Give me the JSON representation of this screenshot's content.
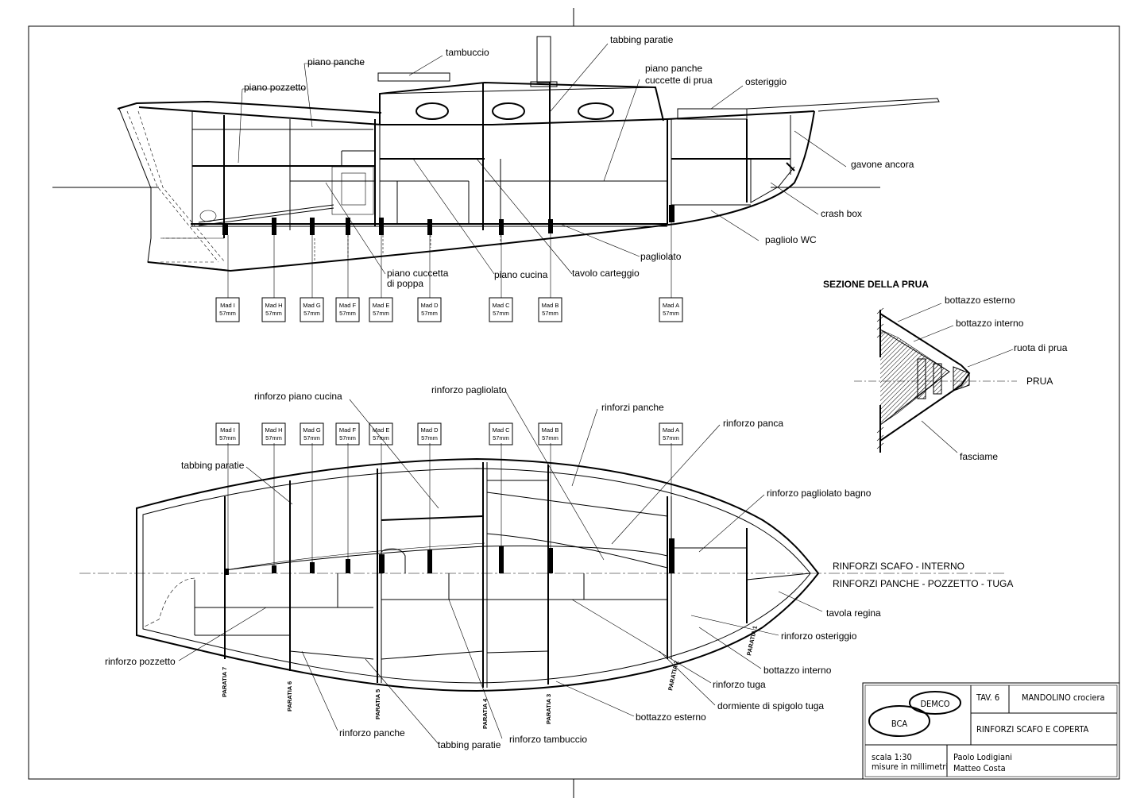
{
  "side_view": {
    "labels": {
      "tambuccio": "tambuccio",
      "tabbing_paratie": "tabbing paratie",
      "piano_panche": "piano panche",
      "piano_pozzetto": "piano pozzetto",
      "piano_panche_prua_1": "piano panche",
      "piano_panche_prua_2": "cuccette di prua",
      "osteriggio": "osteriggio",
      "gavone_ancora": "gavone ancora",
      "crash_box": "crash box",
      "pagliolo_wc": "pagliolo WC",
      "pagliolato": "pagliolato",
      "tavolo_carteggio": "tavolo carteggio",
      "piano_cucina": "piano cucina",
      "piano_cuccetta_1": "piano cuccetta",
      "piano_cuccetta_2": "di poppa"
    },
    "frames": [
      {
        "name": "Mad I",
        "size": "57mm"
      },
      {
        "name": "Mad H",
        "size": "57mm"
      },
      {
        "name": "Mad G",
        "size": "57mm"
      },
      {
        "name": "Mad F",
        "size": "57mm"
      },
      {
        "name": "Mad E",
        "size": "57mm"
      },
      {
        "name": "Mad D",
        "size": "57mm"
      },
      {
        "name": "Mad C",
        "size": "57mm"
      },
      {
        "name": "Mad B",
        "size": "57mm"
      },
      {
        "name": "Mad A",
        "size": "57mm"
      }
    ]
  },
  "bow_section": {
    "title": "SEZIONE DELLA PRUA",
    "labels": {
      "bottazzo_esterno": "bottazzo esterno",
      "bottazzo_interno": "bottazzo interno",
      "ruota_di_prua": "ruota di prua",
      "prua": "PRUA",
      "fasciame": "fasciame"
    }
  },
  "plan_view": {
    "labels": {
      "rinforzo_piano_cucina": "rinforzo piano cucina",
      "rinforzo_pagliolato": "rinforzo pagliolato",
      "rinforzi_panche": "rinforzi panche",
      "rinforzo_panca": "rinforzo panca",
      "tabbing_paratie": "tabbing paratie",
      "rinforzo_pagliolato_bagno": "rinforzo pagliolato bagno",
      "rinforzi_scafo_interno": "RINFORZI SCAFO - INTERNO",
      "rinforzi_panche_pozzetto_tuga": "RINFORZI PANCHE - POZZETTO - TUGA",
      "tavola_regina": "tavola regina",
      "rinforzo_osteriggio": "rinforzo osteriggio",
      "bottazzo_interno": "bottazzo interno",
      "rinforzo_tuga": "rinforzo tuga",
      "dormiente": "dormiente di spigolo tuga",
      "bottazzo_esterno": "bottazzo esterno",
      "rinforzo_tambuccio": "rinforzo tambuccio",
      "tabbing_paratie_2": "tabbing paratie",
      "rinforzo_panche": "rinforzo panche",
      "rinforzo_pozzetto": "rinforzo pozzetto"
    },
    "frames": [
      {
        "name": "Mad I",
        "size": "57mm"
      },
      {
        "name": "Mad H",
        "size": "57mm"
      },
      {
        "name": "Mad G",
        "size": "57mm"
      },
      {
        "name": "Mad F",
        "size": "57mm"
      },
      {
        "name": "Mad E",
        "size": "57mm"
      },
      {
        "name": "Mad D",
        "size": "57mm"
      },
      {
        "name": "Mad C",
        "size": "57mm"
      },
      {
        "name": "Mad B",
        "size": "57mm"
      },
      {
        "name": "Mad A",
        "size": "57mm"
      }
    ],
    "bulkheads": [
      "PARATIA 7",
      "PARATIA 6",
      "PARATIA 5",
      "PARATIA 4",
      "PARATIA 3",
      "PARATIA 2",
      "PARATIA 1"
    ]
  },
  "title_block": {
    "logo_top": "DEMCO",
    "logo_bottom": "BCA",
    "sheet": "TAV. 6",
    "project": "MANDOLINO crociera",
    "drawing_title": "RINFORZI SCAFO E COPERTA",
    "scale": "scala 1:30",
    "units": "misure in millimetri",
    "author_1": "Paolo Lodigiani",
    "author_2": "Matteo Costa"
  }
}
